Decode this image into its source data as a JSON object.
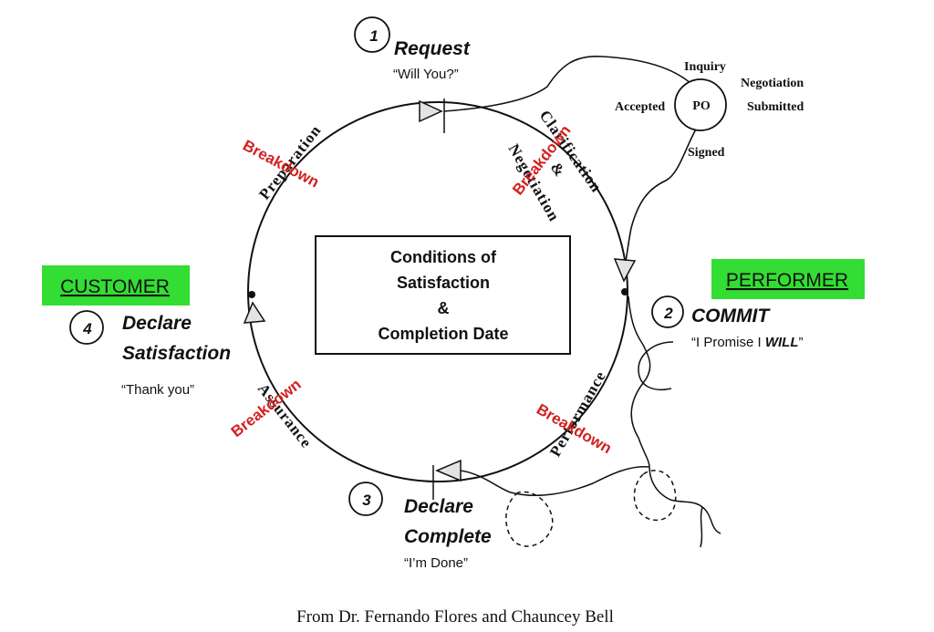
{
  "center_box": {
    "line1": "Conditions of",
    "line2": "Satisfaction",
    "line3": "&",
    "line4": "Completion Date"
  },
  "roles": {
    "customer": "CUSTOMER",
    "performer": "PERFORMER",
    "highlight_color": "#33dd33"
  },
  "steps": [
    {
      "number": "1",
      "title_lines": [
        "Request"
      ],
      "quote": "“Will You?”"
    },
    {
      "number": "2",
      "title_lines": [
        "COMMIT"
      ],
      "quote_prefix": "“I Promise I ",
      "quote_emphasis": "WILL",
      "quote_suffix": "”"
    },
    {
      "number": "3",
      "title_lines": [
        "Declare",
        "Complete"
      ],
      "quote": "“I’m Done”"
    },
    {
      "number": "4",
      "title_lines": [
        "Declare",
        "Satisfaction"
      ],
      "quote": "“Thank you”"
    }
  ],
  "arc_labels": {
    "preparation": "Preparation",
    "clarification": "Clarification",
    "and": "&",
    "negotiation": "Negotiation",
    "performance": "Performance",
    "assurance": "Assurance"
  },
  "breakdown": {
    "label": "Breakdown",
    "color": "#d42020"
  },
  "po_cycle": {
    "center": "PO",
    "inquiry": "Inquiry",
    "negotiation": "Negotiation",
    "submitted": "Submitted",
    "accepted": "Accepted",
    "signed": "Signed"
  },
  "credit": "From Dr. Fernando Flores and Chauncey Bell"
}
